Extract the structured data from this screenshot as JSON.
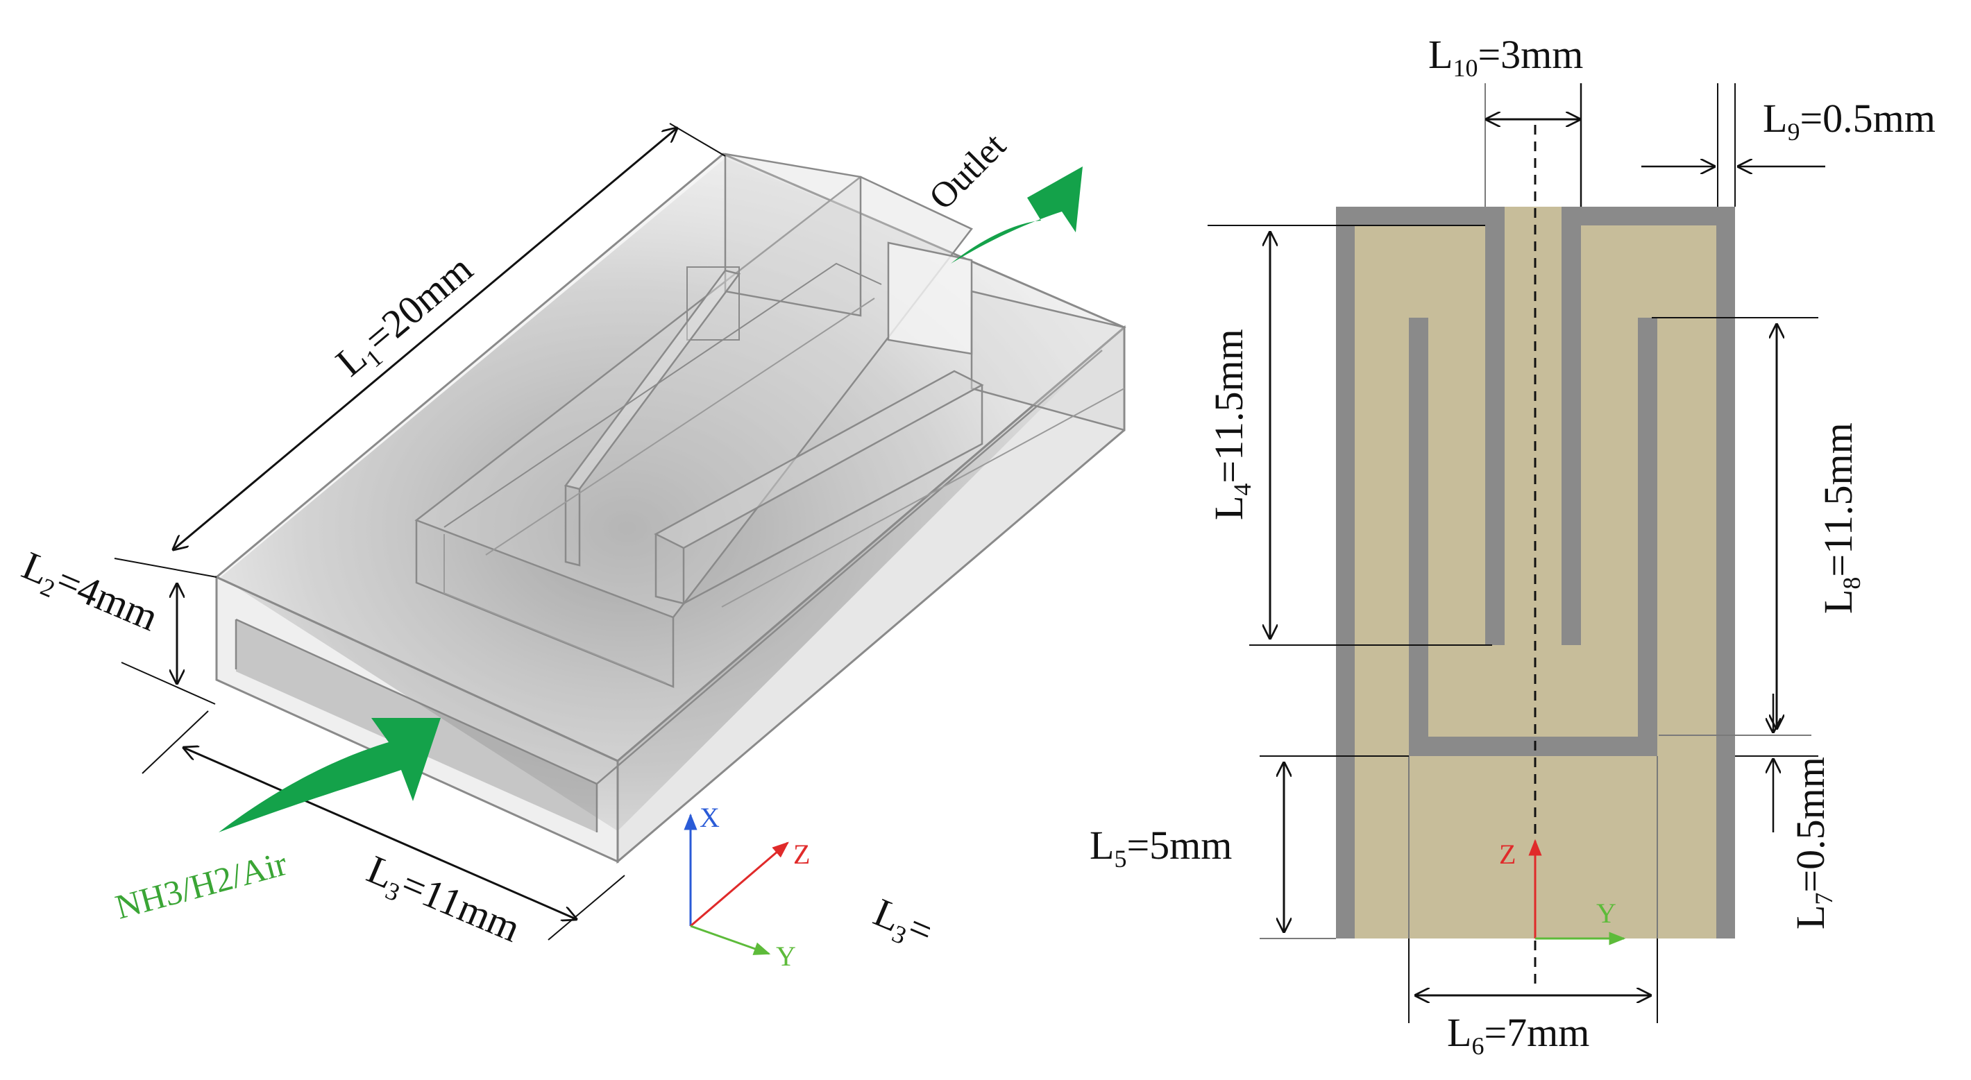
{
  "left_view": {
    "flow_in_label": "NH3/H2/Air",
    "flow_out_label": "Outlet",
    "L1": {
      "main": "L",
      "sub": "1",
      "rest": "=20mm"
    },
    "L2": {
      "main": "L",
      "sub": "2",
      "rest": "=4mm"
    },
    "L3": {
      "main": "L",
      "sub": "3",
      "rest": "=11mm"
    },
    "L3_fragment": {
      "main": "L",
      "sub": "3",
      "rest": "="
    },
    "axes": {
      "x": "X",
      "y": "Y",
      "z": "Z"
    }
  },
  "right_view": {
    "L4": {
      "main": "L",
      "sub": "4",
      "rest": "=11.5mm"
    },
    "L5": {
      "main": "L",
      "sub": "5",
      "rest": "=5mm"
    },
    "L6": {
      "main": "L",
      "sub": "6",
      "rest": "=7mm"
    },
    "L7": {
      "main": "L",
      "sub": "7",
      "rest": "=0.5mm"
    },
    "L8": {
      "main": "L",
      "sub": "8",
      "rest": "=11.5mm"
    },
    "L9": {
      "main": "L",
      "sub": "9",
      "rest": "=0.5mm"
    },
    "L10": {
      "main": "L",
      "sub": "10",
      "rest": "=3mm"
    },
    "axes": {
      "z": "Z",
      "y": "Y"
    }
  },
  "colors": {
    "wall": "#8a8a8a",
    "fluid": "#c7bd9a",
    "flow_arrow": "#14a24a",
    "axis_x": "#2a5bd7",
    "axis_y": "#5dbb3a",
    "axis_z": "#e02a2a"
  }
}
